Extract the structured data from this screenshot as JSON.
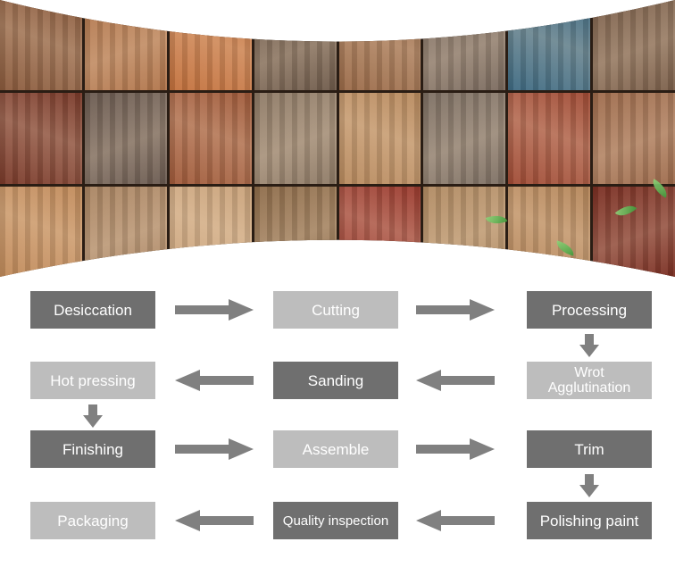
{
  "photo_wall": {
    "tile_colors": [
      "#8a5a3c",
      "#b0744a",
      "#c2703c",
      "#6e5a4a",
      "#9a6a48",
      "#7a6a5e",
      "#3e6a82",
      "#7b5f4a",
      "#7a3a2a",
      "#6a5a50",
      "#a05a3a",
      "#8e7a66",
      "#b88a5e",
      "#7d6f63",
      "#a04b35",
      "#9e6b4c",
      "#c08a5a",
      "#a98462",
      "#c9a27a",
      "#8e6c4a",
      "#9a3a2e",
      "#b08a62",
      "#b5865a",
      "#7a2e22"
    ],
    "leaf_color": "#5fbf4f"
  },
  "steps": [
    {
      "id": "desiccation",
      "label": "Desiccation",
      "shade": "dark"
    },
    {
      "id": "cutting",
      "label": "Cutting",
      "shade": "light"
    },
    {
      "id": "processing",
      "label": "Processing",
      "shade": "dark"
    },
    {
      "id": "wrot-agglutination",
      "label": "Wrot Agglutination",
      "shade": "light"
    },
    {
      "id": "sanding",
      "label": "Sanding",
      "shade": "dark"
    },
    {
      "id": "hot-pressing",
      "label": "Hot pressing",
      "shade": "light"
    },
    {
      "id": "finishing",
      "label": "Finishing",
      "shade": "dark"
    },
    {
      "id": "assemble",
      "label": "Assemble",
      "shade": "light"
    },
    {
      "id": "trim",
      "label": "Trim",
      "shade": "dark"
    },
    {
      "id": "polishing-paint",
      "label": "Polishing paint",
      "shade": "dark"
    },
    {
      "id": "quality-inspection",
      "label": "Quality inspection",
      "shade": "dark"
    },
    {
      "id": "packaging",
      "label": "Packaging",
      "shade": "light"
    }
  ],
  "colors": {
    "dark_box": "#6f6f6f",
    "light_box": "#bdbdbd",
    "arrow": "#808080",
    "text": "#ffffff"
  }
}
